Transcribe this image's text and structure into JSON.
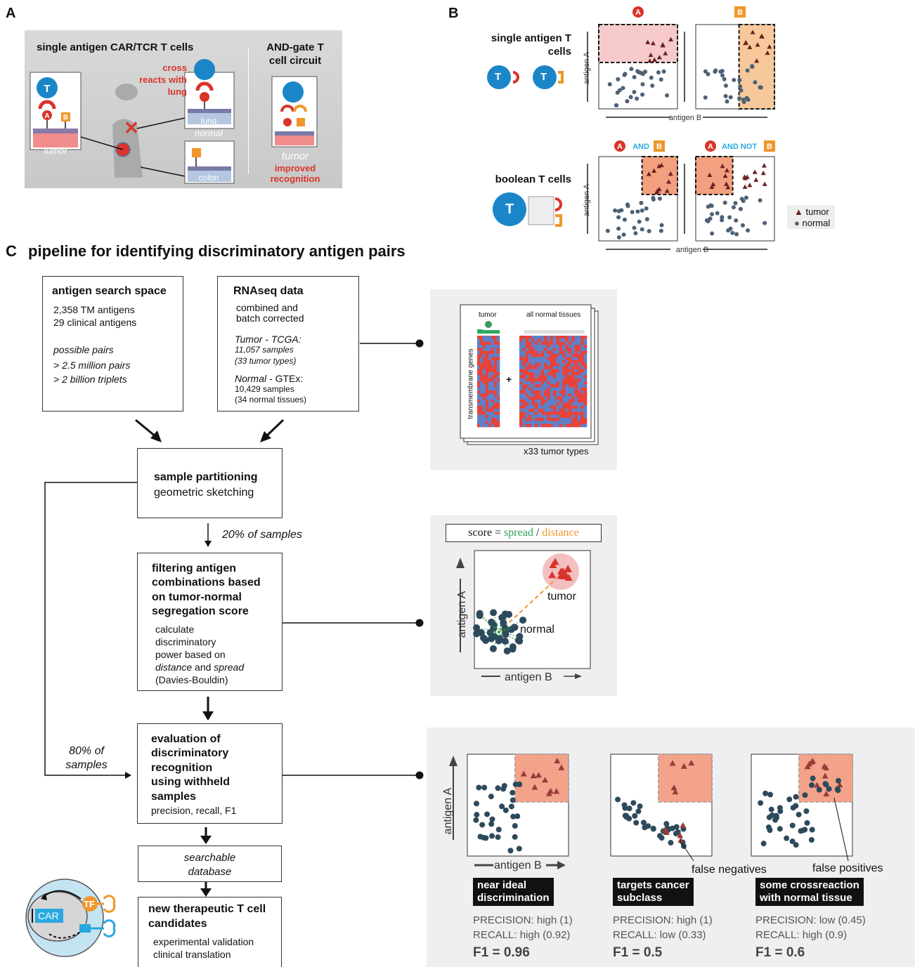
{
  "panelA": {
    "letter": "A",
    "single_title": "single antigen CAR/TCR T cells",
    "andgate_title": "AND-gate T cell circuit",
    "cross_reacts": "cross reacts with lung",
    "tumor": "tumor",
    "normal": "normal",
    "lung": "lung",
    "colon": "colon",
    "T": "T",
    "A": "A",
    "B": "B",
    "tumor_bottom": "tumor",
    "improved": "improved recognition"
  },
  "panelB": {
    "letter": "B",
    "single_label": "single antigen T cells",
    "boolean_label": "boolean T cells",
    "top_a": "A",
    "top_b": "B",
    "and_label": "AND",
    "andnot_label": "AND NOT",
    "axis_a": "antigen A",
    "axis_b": "antigen B",
    "legend_tumor": "tumor",
    "legend_normal": "normal",
    "T": "T"
  },
  "panelC": {
    "letter": "C",
    "title": "pipeline for identifying discriminatory antigen pairs",
    "search": {
      "title": "antigen search space",
      "l1": "2,358 TM antigens",
      "l2": "29 clinical antigens",
      "l3": "possible pairs",
      "l4": "> 2.5 million pairs",
      "l5": "> 2 billion triplets"
    },
    "rnaseq": {
      "title": "RNAseq data",
      "l1": "combined and",
      "l2": "batch corrected",
      "l3a": "Tumor - TCGA:",
      "l4": "11,057 samples",
      "l5": "(33 tumor types)",
      "l6a": "Normal",
      "l6b": " - GTEx:",
      "l7": "10,429 samples",
      "l8": "(34 normal tissues)"
    },
    "heatmap": {
      "tumor": "tumor",
      "normal": "all normal tissues",
      "ylabel": "transmembrane genes",
      "plus": "+",
      "footer": "x33 tumor types"
    },
    "partition": {
      "title": "sample partitioning",
      "sub": "geometric sketching"
    },
    "pct20": "20% of samples",
    "pct80a": "80% of",
    "pct80b": "samples",
    "filter": {
      "t1": "filtering antigen",
      "t2": "combinations based",
      "t3": "on tumor-normal",
      "t4": "segregation score",
      "s1": "calculate",
      "s2": "discriminatory",
      "s3": "power based on",
      "s4a": "distance",
      "s4b": " and ",
      "s4c": "spread",
      "s5": "(Davies-Bouldin)"
    },
    "score": {
      "score": "score",
      "eq": "=",
      "spread": "spread",
      "slash": "/",
      "distance": "distance",
      "tumor": "tumor",
      "normal": "normal",
      "axis_a": "antigen A",
      "axis_b": "antigen B"
    },
    "evaluation": {
      "t1": "evaluation of",
      "t2": "discriminatory",
      "t3": "recognition",
      "t4": "using withheld",
      "t5": "samples",
      "sub": "precision, recall, F1"
    },
    "database": {
      "l1": "searchable",
      "l2": "database"
    },
    "candidates": {
      "t1": "new therapeutic T cell",
      "t2": "candidates",
      "s1": "experimental validation",
      "s2": "clinical translation"
    },
    "circuit": {
      "car": "CAR",
      "tf": "TF"
    },
    "eval_panel": {
      "axis_a": "antigen A",
      "axis_b": "antigen B",
      "false_neg": "false negatives",
      "false_pos": "false positives",
      "cases": [
        {
          "l1": "near ideal",
          "l2": "discrimination",
          "precision": "PRECISION: high (1)",
          "recall": "RECALL: high (0.92)",
          "f1": "F1 = 0.96"
        },
        {
          "l1": "targets cancer",
          "l2": "subclass",
          "precision": "PRECISION: high (1)",
          "recall": "RECALL: low (0.33)",
          "f1": "F1 = 0.5"
        },
        {
          "l1": "some crossreaction",
          "l2": "with normal tissue",
          "precision": "PRECISION: low (0.45)",
          "recall": "RECALL: high (0.9)",
          "f1": "F1 = 0.6"
        }
      ]
    }
  },
  "colors": {
    "tumor_red": "#d9342b",
    "antigen_b_orange": "#f0962a",
    "tcell_blue": "#1a86c8",
    "dot_gray": "#4d6175",
    "and_blue": "#29a8e0"
  }
}
